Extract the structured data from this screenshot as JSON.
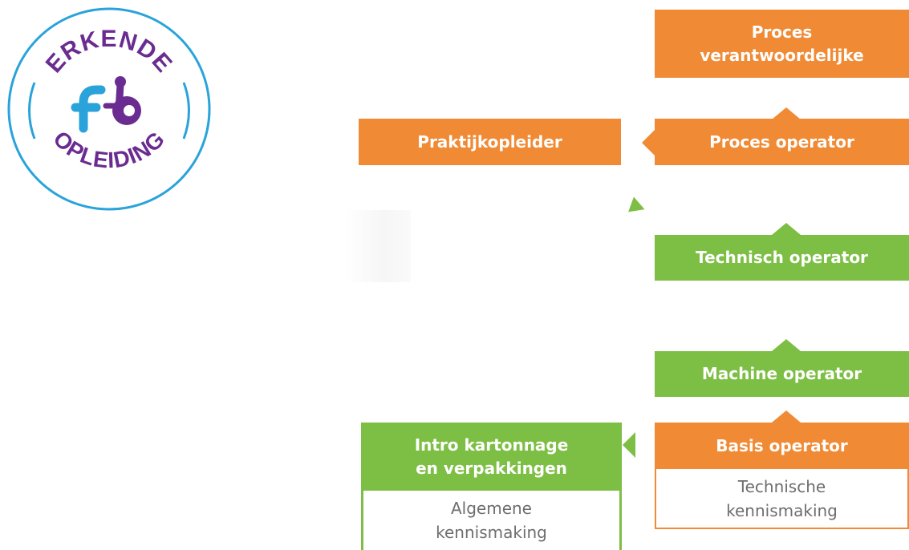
{
  "badge": {
    "top_text": "ERKENDE",
    "bottom_text": "OPLEIDING",
    "colors": {
      "ring": "#2aa3da",
      "text": "#6b2c91",
      "logo_blue": "#2aa3da",
      "logo_purple": "#6b2c91"
    }
  },
  "nodes": {
    "proces_verantwoordelijke": {
      "line1": "Proces",
      "line2": "verantwoordelijke",
      "color": "#f08a34"
    },
    "praktijkopleider": {
      "label": "Praktijkopleider",
      "color": "#f08a34"
    },
    "proces_operator": {
      "label": "Proces operator",
      "color": "#f08a34"
    },
    "technisch_operator": {
      "label": "Technisch operator",
      "color": "#7dbe44"
    },
    "machine_operator": {
      "label": "Machine operator",
      "color": "#7dbe44"
    },
    "intro": {
      "line1": "Intro kartonnage",
      "line2": "en verpakkingen",
      "sub_line1": "Algemene",
      "sub_line2": "kennismaking",
      "color": "#7dbe44"
    },
    "basis_operator": {
      "label": "Basis operator",
      "sub_line1": "Technische",
      "sub_line2": "kennismaking",
      "color": "#f08a34"
    }
  }
}
